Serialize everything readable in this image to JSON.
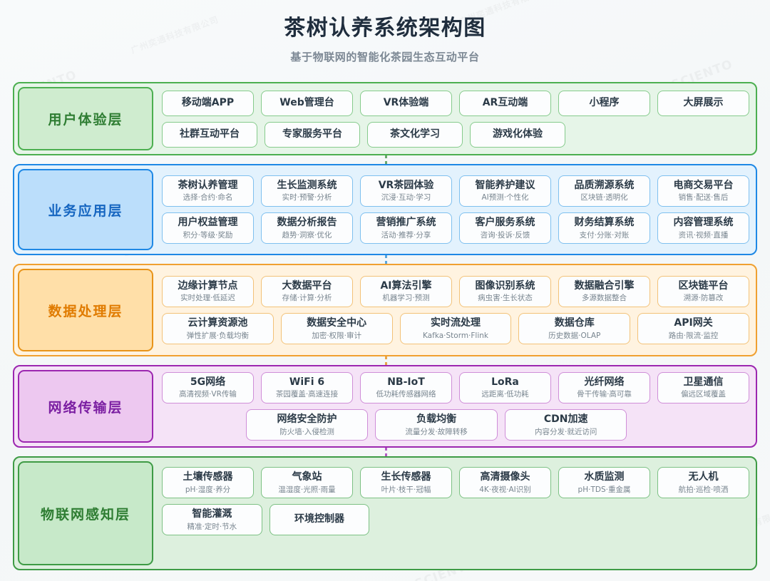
{
  "header": {
    "title": "茶树认养系统架构图",
    "subtitle": "基于物联网的智能化茶园生态互动平台"
  },
  "watermark": {
    "brand": "SCIENTO",
    "company": "广州奕通科技有限公司"
  },
  "colors": {
    "bg": "#f7f9fa",
    "ux": "#4caf50",
    "app": "#1e88e5",
    "data": "#f0a030",
    "net": "#9c27b0",
    "iot": "#3e9b45",
    "title": "#1f2d3d",
    "subtitle": "#7c8894"
  },
  "layers": [
    {
      "id": "ux",
      "label": "用户体验层",
      "rows": [
        [
          {
            "title": "移动端APP"
          },
          {
            "title": "Web管理台"
          },
          {
            "title": "VR体验端"
          },
          {
            "title": "AR互动端"
          },
          {
            "title": "小程序"
          },
          {
            "title": "大屏展示"
          }
        ],
        [
          {
            "title": "社群互动平台"
          },
          {
            "title": "专家服务平台"
          },
          {
            "title": "茶文化学习"
          },
          {
            "title": "游戏化体验"
          }
        ]
      ]
    },
    {
      "id": "app",
      "label": "业务应用层",
      "rows": [
        [
          {
            "title": "茶树认养管理",
            "sub": "选择·合约·命名"
          },
          {
            "title": "生长监测系统",
            "sub": "实时·预警·分析"
          },
          {
            "title": "VR茶园体验",
            "sub": "沉浸·互动·学习"
          },
          {
            "title": "智能养护建议",
            "sub": "AI预测·个性化"
          },
          {
            "title": "品质溯源系统",
            "sub": "区块链·透明化"
          },
          {
            "title": "电商交易平台",
            "sub": "销售·配送·售后"
          }
        ],
        [
          {
            "title": "用户权益管理",
            "sub": "积分·等级·奖励"
          },
          {
            "title": "数据分析报告",
            "sub": "趋势·洞察·优化"
          },
          {
            "title": "营销推广系统",
            "sub": "活动·推荐·分享"
          },
          {
            "title": "客户服务系统",
            "sub": "咨询·投诉·反馈"
          },
          {
            "title": "财务结算系统",
            "sub": "支付·分账·对账"
          },
          {
            "title": "内容管理系统",
            "sub": "资讯·视频·直播"
          }
        ]
      ]
    },
    {
      "id": "data",
      "label": "数据处理层",
      "rows": [
        [
          {
            "title": "边缘计算节点",
            "sub": "实时处理·低延迟"
          },
          {
            "title": "大数据平台",
            "sub": "存储·计算·分析"
          },
          {
            "title": "AI算法引擎",
            "sub": "机器学习·预测"
          },
          {
            "title": "图像识别系统",
            "sub": "病虫害·生长状态"
          },
          {
            "title": "数据融合引擎",
            "sub": "多源数据整合"
          },
          {
            "title": "区块链平台",
            "sub": "溯源·防篡改"
          }
        ],
        [
          {
            "title": "云计算资源池",
            "sub": "弹性扩展·负载均衡"
          },
          {
            "title": "数据安全中心",
            "sub": "加密·权限·审计"
          },
          {
            "title": "实时流处理",
            "sub": "Kafka·Storm·Flink"
          },
          {
            "title": "数据仓库",
            "sub": "历史数据·OLAP"
          },
          {
            "title": "API网关",
            "sub": "路由·限流·监控"
          }
        ]
      ]
    },
    {
      "id": "net",
      "label": "网络传输层",
      "rows": [
        [
          {
            "title": "5G网络",
            "sub": "高清视频·VR传输"
          },
          {
            "title": "WiFi 6",
            "sub": "茶园覆盖·高速连接"
          },
          {
            "title": "NB-IoT",
            "sub": "低功耗传感器网络"
          },
          {
            "title": "LoRa",
            "sub": "远距离·低功耗"
          },
          {
            "title": "光纤网络",
            "sub": "骨干传输·高可靠"
          },
          {
            "title": "卫星通信",
            "sub": "偏远区域覆盖"
          }
        ],
        [
          {
            "title": "网络安全防护",
            "sub": "防火墙·入侵检测"
          },
          {
            "title": "负载均衡",
            "sub": "流量分发·故障转移"
          },
          {
            "title": "CDN加速",
            "sub": "内容分发·就近访问"
          }
        ]
      ]
    },
    {
      "id": "iot",
      "label": "物联网感知层",
      "rows": [
        [
          {
            "title": "土壤传感器",
            "sub": "pH·湿度·养分"
          },
          {
            "title": "气象站",
            "sub": "温湿度·光照·雨量"
          },
          {
            "title": "生长传感器",
            "sub": "叶片·枝干·冠幅"
          },
          {
            "title": "高清摄像头",
            "sub": "4K·夜视·AI识别"
          },
          {
            "title": "水质监测",
            "sub": "pH·TDS·重金属"
          },
          {
            "title": "无人机",
            "sub": "航拍·巡检·喷洒"
          }
        ],
        [
          {
            "title": "智能灌溉",
            "sub": "精准·定时·节水"
          },
          {
            "title": "环境控制器"
          }
        ]
      ]
    }
  ]
}
